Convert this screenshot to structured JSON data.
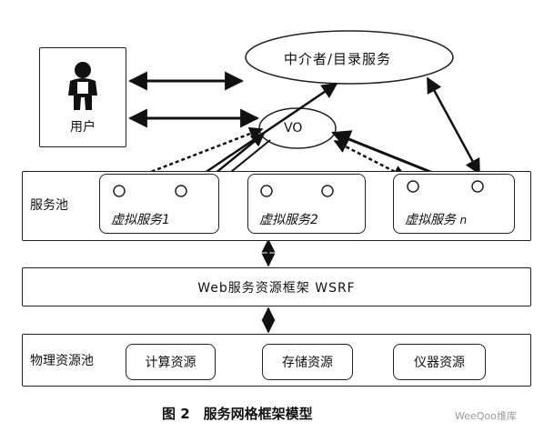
{
  "user_box": {
    "label": "用户"
  },
  "broker": {
    "label": "中介者/目录服务"
  },
  "vo": {
    "label": "VO"
  },
  "service_pool": {
    "title": "服务池",
    "services": [
      {
        "label": "虚拟服务1"
      },
      {
        "label": "虚拟服务2"
      },
      {
        "label_prefix": "虚拟服务",
        "label_suffix": "n"
      }
    ]
  },
  "wsrf": {
    "label": "Web服务资源框架 WSRF"
  },
  "physical_pool": {
    "title": "物理资源池",
    "resources": [
      {
        "label": "计算资源"
      },
      {
        "label": "存储资源"
      },
      {
        "label": "仪器资源"
      }
    ]
  },
  "caption": {
    "label": "图 2　服务网格框架模型"
  },
  "watermark": {
    "label": "WeeQoo维库"
  }
}
